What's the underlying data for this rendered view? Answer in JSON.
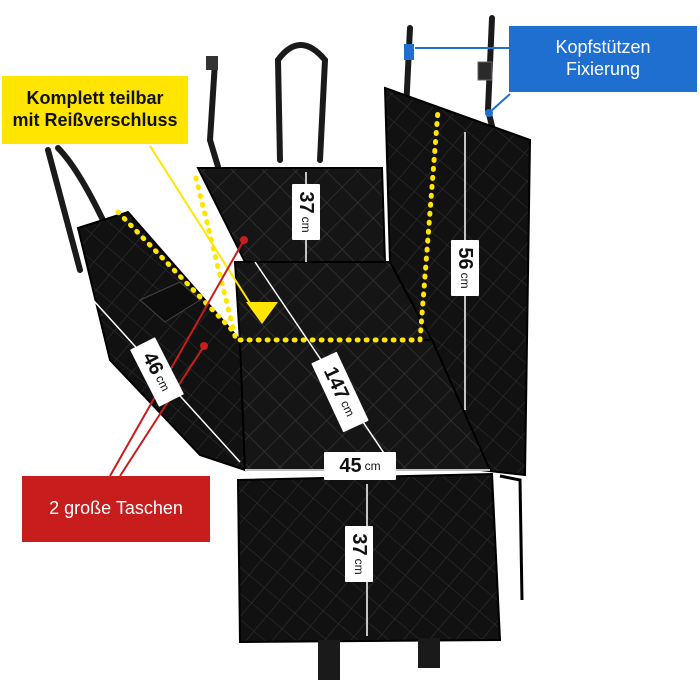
{
  "callouts": {
    "zipper": {
      "line1": "Komplett teilbar",
      "line2": "mit Reißverschluss",
      "color": "#ffe500"
    },
    "headrest": {
      "line1": "Kopfstützen",
      "line2": "Fixierung",
      "color": "#1f6fd1"
    },
    "pockets": {
      "label": "2 große Taschen",
      "color": "#c81d1d"
    }
  },
  "dimensions": {
    "backrest_height": {
      "value": "37",
      "unit": "cm"
    },
    "side_height": {
      "value": "56",
      "unit": "cm"
    },
    "side_flap": {
      "value": "46",
      "unit": "cm"
    },
    "total_length": {
      "value": "147",
      "unit": "cm"
    },
    "width": {
      "value": "45",
      "unit": "cm"
    },
    "front_flap": {
      "value": "37",
      "unit": "cm"
    }
  },
  "product": {
    "description_icon": "dog-car-seat-cover",
    "fabric_color": "#141414"
  }
}
